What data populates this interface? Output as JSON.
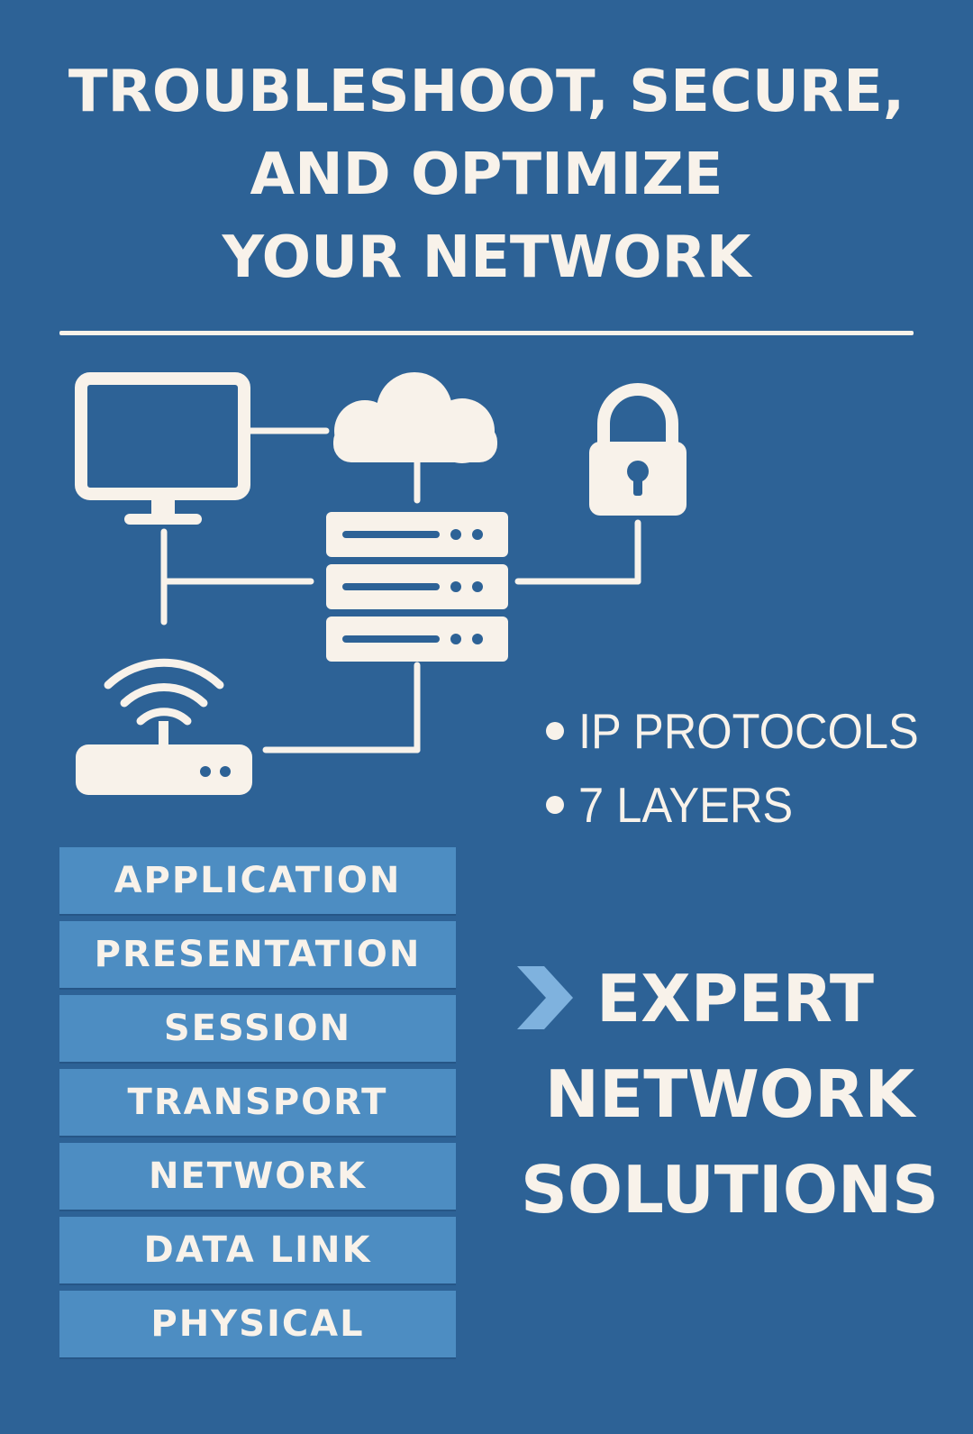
{
  "headline": {
    "lines": [
      "TROUBLESHOOT, SECURE,",
      "AND OPTIMIZE",
      "YOUR NETWORK"
    ]
  },
  "bullets": [
    "IP PROTOCOLS",
    "7 LAYERS"
  ],
  "layers": [
    "APPLICATION",
    "PRESENTATION",
    "SESSION",
    "TRANSPORT",
    "NETWORK",
    "DATA LINK",
    "PHYSICAL"
  ],
  "tagline": {
    "lines": [
      "EXPERT",
      "NETWORK",
      "SOLUTIONS"
    ]
  },
  "colors": {
    "background": "#2d6296",
    "foreground": "#f8f2ea",
    "layer_fill": "#4d8dc2",
    "chevron": "#7fb2de"
  },
  "icons": [
    "monitor-icon",
    "cloud-icon",
    "padlock-icon",
    "server-icon",
    "wifi-router-icon",
    "chevron-right-icon"
  ]
}
